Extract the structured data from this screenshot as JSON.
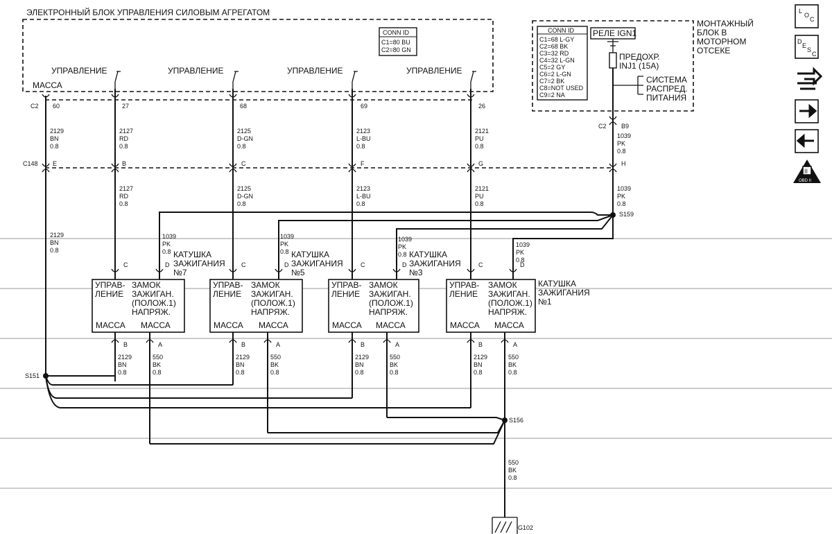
{
  "title": "ЭЛЕКТРОННЫЙ БЛОК УПРАВЛЕНИЯ СИЛОВЫМ АГРЕГАТОМ",
  "ecm_conn": {
    "header": "CONN ID",
    "lines": [
      "C1=80 BU",
      "C2=80 GN"
    ]
  },
  "ecm_ground_label": "МАССА",
  "control_label": "УПРАВЛЕНИЕ",
  "ecm_connector": "C2",
  "ecm_pins": [
    "60",
    "27",
    "68",
    "69",
    "26"
  ],
  "upper_wires": [
    {
      "num": "2129",
      "color": "BN",
      "size": "0.8"
    },
    {
      "num": "2127",
      "color": "RD",
      "size": "0.8"
    },
    {
      "num": "2125",
      "color": "D-GN",
      "size": "0.8"
    },
    {
      "num": "2123",
      "color": "L-BU",
      "size": "0.8"
    },
    {
      "num": "2121",
      "color": "PU",
      "size": "0.8"
    },
    {
      "num": "1039",
      "color": "PK",
      "size": "0.8"
    }
  ],
  "inline_connector": "C148",
  "inline_pins": [
    "E",
    "B",
    "C",
    "F",
    "G",
    "H"
  ],
  "lower_wires": [
    {
      "num": "2127",
      "color": "RD",
      "size": "0.8"
    },
    {
      "num": "2125",
      "color": "D-GN",
      "size": "0.8"
    },
    {
      "num": "2123",
      "color": "L-BU",
      "size": "0.8"
    },
    {
      "num": "2121",
      "color": "PU",
      "size": "0.8"
    },
    {
      "num": "1039",
      "color": "PK",
      "size": "0.8"
    }
  ],
  "bn_main": {
    "num": "2129",
    "color": "BN",
    "size": "0.8"
  },
  "fuse_block": {
    "title_lines": [
      "МОНТАЖНЫЙ",
      "БЛОК В",
      "МОТОРНОМ",
      "ОТСЕКЕ"
    ],
    "conn_header": "CONN ID",
    "conn_lines": [
      "C1=68 L-GY",
      "C2=68 BK",
      "C3=32 RD",
      "C4=32 L-GN",
      "C5=2 GY",
      "C6=2 L-GN",
      "C7=2 BK",
      "C8=NOT USED",
      "C9=2 NA"
    ],
    "relay": "РЕЛЕ IGN1",
    "fuse_lines": [
      "ПРЕДОХР.",
      "INJ1 (15A)"
    ],
    "dist_lines": [
      "СИСТЕМА",
      "РАСПРЕД.",
      "ПИТАНИЯ"
    ],
    "connector": "C2",
    "pin": "B9"
  },
  "splices": {
    "s159": "S159",
    "s151": "S151",
    "s156": "S156"
  },
  "coils": [
    {
      "title_lines": [
        "КАТУШКА",
        "ЗАЖИГАНИЯ",
        "№7"
      ]
    },
    {
      "title_lines": [
        "КАТУШКА",
        "ЗАЖИГАНИЯ",
        "№5"
      ]
    },
    {
      "title_lines": [
        "КАТУШКА",
        "ЗАЖИГАНИЯ",
        "№3"
      ]
    },
    {
      "title_lines": [
        "КАТУШКА",
        "ЗАЖИГАНИЯ",
        "№1"
      ]
    }
  ],
  "coil_labels": {
    "control": [
      "УПРАВ-",
      "ЛЕНИЕ"
    ],
    "ign": [
      "ЗАМОК",
      "ЗАЖИГАН.",
      "(ПОЛОЖ.1)",
      "НАПРЯЖ."
    ],
    "ground": "МАССА",
    "ground2": "МАССА",
    "pin_c": "C",
    "pin_d": "D",
    "pin_b": "B",
    "pin_a": "A"
  },
  "coil_feed": {
    "num": "1039",
    "color": "PK",
    "size": "0.8"
  },
  "coil_gnd_bn": {
    "num": "2129",
    "color": "BN",
    "size": "0.8"
  },
  "coil_gnd_bk": {
    "num": "550",
    "color": "BK",
    "size": "0.8"
  },
  "ground_wire": {
    "num": "550",
    "color": "BK",
    "size": "0.8"
  },
  "ground_point": "G102",
  "nav": {
    "loc": [
      "L",
      "O",
      "C"
    ],
    "desc": [
      "D",
      "E",
      "S",
      "C"
    ],
    "obd": "OBD II"
  }
}
